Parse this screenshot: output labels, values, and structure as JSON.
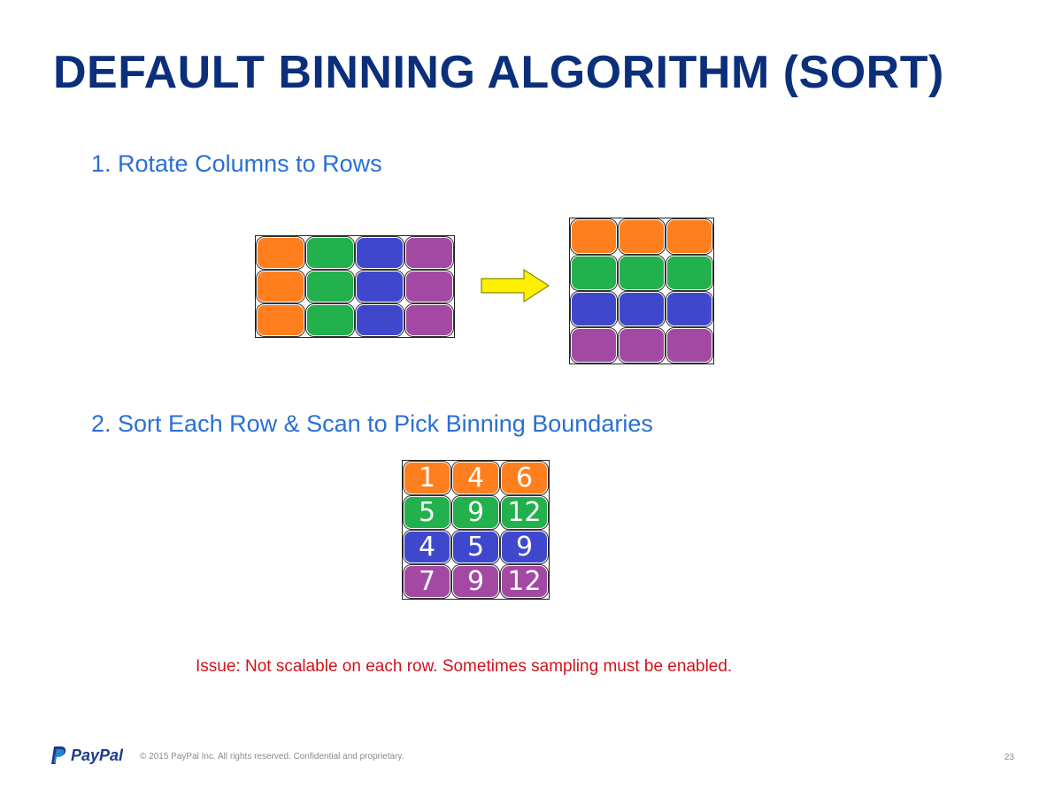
{
  "slide": {
    "title": "DEFAULT BINNING ALGORITHM (SORT)",
    "step1": "1. Rotate Columns to Rows",
    "step2": "2. Sort Each Row & Scan to Pick Binning Boundaries",
    "issue": "Issue: Not scalable on each row. Sometimes sampling must be enabled.",
    "page_number": "23"
  },
  "colors": {
    "orange": "#ff7f1e",
    "green": "#22b14c",
    "blue": "#3f48cc",
    "purple": "#a349a4",
    "arrow": "#ffef00"
  },
  "grid_before": {
    "rows": [
      [
        "orange",
        "green",
        "blue",
        "purple"
      ],
      [
        "orange",
        "green",
        "blue",
        "purple"
      ],
      [
        "orange",
        "green",
        "blue",
        "purple"
      ]
    ]
  },
  "grid_after": {
    "rows": [
      [
        "orange",
        "orange",
        "orange"
      ],
      [
        "green",
        "green",
        "green"
      ],
      [
        "blue",
        "blue",
        "blue"
      ],
      [
        "purple",
        "purple",
        "purple"
      ]
    ]
  },
  "grid_sorted": {
    "rows": [
      {
        "color": "orange",
        "values": [
          "1",
          "4",
          "6"
        ]
      },
      {
        "color": "green",
        "values": [
          "5",
          "9",
          "12"
        ]
      },
      {
        "color": "blue",
        "values": [
          "4",
          "5",
          "9"
        ]
      },
      {
        "color": "purple",
        "values": [
          "7",
          "9",
          "12"
        ]
      }
    ]
  },
  "footer": {
    "logo_text": "PayPal",
    "copyright": "© 2015 PayPal Inc. All rights reserved. Confidential and proprietary."
  }
}
